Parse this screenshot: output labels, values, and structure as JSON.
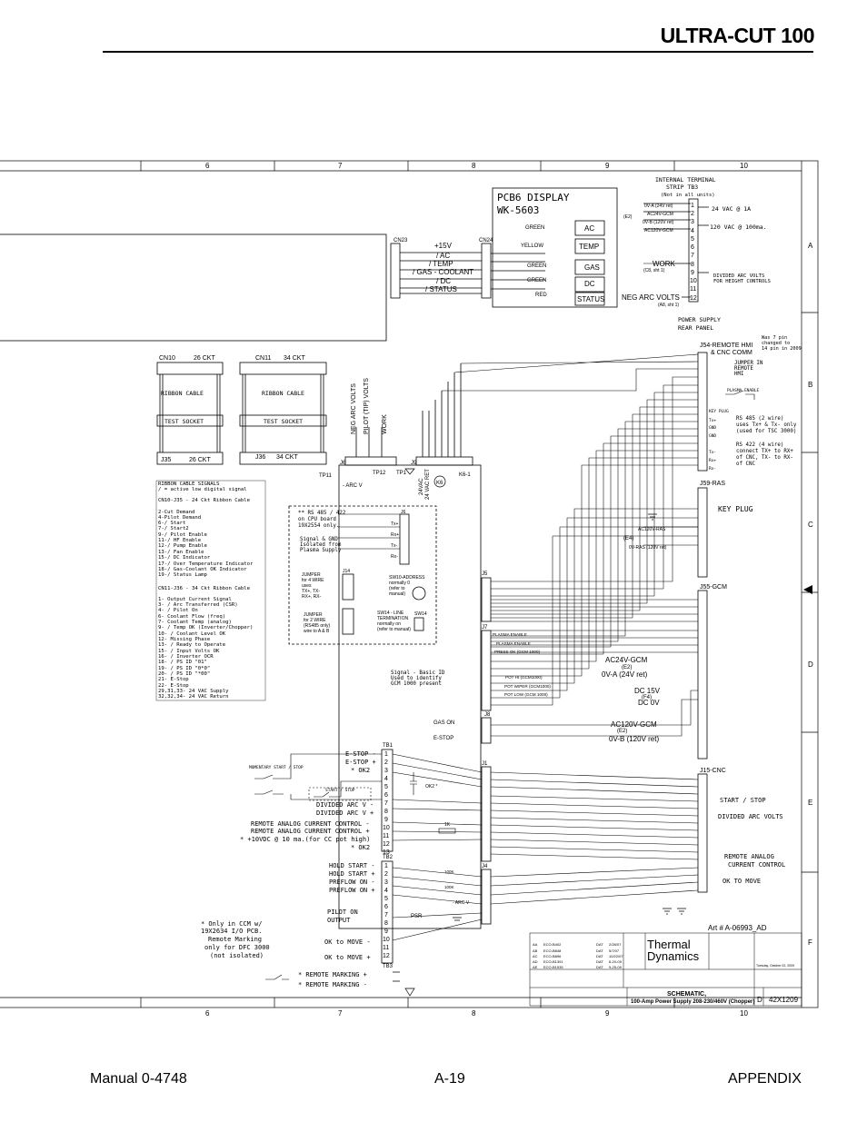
{
  "header": {
    "title": "ULTRA-CUT 100"
  },
  "footer": {
    "left": "Manual 0-4748",
    "center": "A-19",
    "right": "APPENDIX"
  },
  "grid": {
    "columns": [
      "6",
      "7",
      "8",
      "9",
      "10"
    ],
    "rows": [
      "A",
      "B",
      "C",
      "D",
      "E",
      "F"
    ]
  },
  "pcb6": {
    "title": "PCB6  DISPLAY",
    "part": "WK-5603",
    "leds": [
      "GREEN",
      "YELLOW",
      "GREEN",
      "GREEN",
      "RED"
    ],
    "buttons": [
      "AC",
      "TEMP",
      "GAS",
      "DC",
      "STATUS"
    ]
  },
  "connectors": {
    "cn23": "CN23",
    "cn24": "CN24",
    "cn23_signals": [
      "+15V",
      "/ AC",
      "/ TEMP",
      "/ GAS - COOLANT",
      "/ DC",
      "/ STATUS"
    ],
    "cn10": "CN10",
    "cn10_ckt": "26 CKT",
    "cn11": "CN11",
    "cn11_ckt": "34 CKT",
    "ribbon": "RIBBON   CABLE",
    "test_socket": "TEST SOCKET",
    "j35": "J35",
    "j35_ckt": "26 CKT",
    "j36": "J36",
    "j36_ckt": "34 CKT",
    "j6": "J6",
    "j9": "J9",
    "j14": "J14",
    "j5": "J5",
    "j7": "J7",
    "j8": "J8",
    "j1": "J1",
    "j4": "J4"
  },
  "tb3": {
    "title": "INTERNAL TERMINAL",
    "subtitle": "STRIP   TB3",
    "note": "(Not in all units)",
    "e2": "(E2)",
    "rows": [
      "0V-A (24V ret)",
      "AC24V-GCM",
      "0V-B (120V ret)",
      "AC120V-GCM"
    ],
    "vac24": "24 VAC @ 1A",
    "vac120": "120 VAC @ 100ma.",
    "work": "WORK",
    "work_ref": "(C8, sht 1)",
    "neg_arc": "NEG ARC VOLTS",
    "neg_arc_ref": "(A8, sht 1)",
    "divided": "DIVIDED ARC VOLTS",
    "divided2": "FOR HEIGHT CONTROLS",
    "numbers": [
      "1",
      "2",
      "3",
      "4",
      "5",
      "6",
      "7",
      "8",
      "9",
      "10",
      "11",
      "12"
    ]
  },
  "rear_panel": {
    "line1": "POWER SUPPLY",
    "line2": "REAR PANEL"
  },
  "j54": {
    "title": "J54-REMOTE HMI",
    "sub": "& CNC COMM",
    "note1": "Was 7 pin",
    "note2": "changed to",
    "note3": "14 pin in 2009",
    "jumper": "JUMPER IN",
    "jumper2": "REMOTE",
    "jumper3": "HMI",
    "plasma_enable": "PLASMA ENABLE",
    "key_plug": "KEY PLUG",
    "rs485": "RS 485 (2 wire)",
    "rs485b": "uses Tx+ & Tx- only",
    "rs485c": "(used for TSC 3000)",
    "rs422": "RS 422 (4 wire)",
    "rs422b": "connect TX+ to RX+",
    "rs422c": "of CNC, TX- to RX-",
    "rs422d": "of CNC",
    "pins": [
      "Tx+",
      "GND",
      "GND",
      "Tx-",
      "Rx+",
      "Rx-"
    ]
  },
  "j59": {
    "title": "J59-RAS",
    "key_plug": "KEY PLUG",
    "e4": "(E4)",
    "ac120": "AC120V-RAS",
    "ovras": "0V-RAS (120V ret)"
  },
  "j55": {
    "title": "J55-GCM",
    "ac24": "AC24V-GCM",
    "e2": "(E2)",
    "ova": "0V-A (24V ret)",
    "dc15": "DC 15V",
    "f4": "(F4)",
    "dc0": "DC 0V",
    "ac120": "AC120V-GCM",
    "e2b": "(E2)",
    "ovb": "0V-B (120V ret)"
  },
  "j7_signals": [
    "PLASMA ENABLE",
    "PLASMA ENABLE",
    "PRESS OK (GCM 1000)",
    "POT HI (GCM1000)",
    "POT WIPER (GCM1000)",
    "POT LOW (GCM 1000)"
  ],
  "signal_basic": [
    "Signal - Basic ID",
    "Used to identify",
    "GCM 1000 present"
  ],
  "j15": {
    "title": "J15-CNC",
    "start_stop": "START / STOP",
    "divided": "DIVIDED ARC VOLTS",
    "remote_analog": "REMOTE ANALOG",
    "remote_analog2": "CURRENT CONTROL",
    "ok_move": "OK TO MOVE"
  },
  "tb1": {
    "title": "TB1",
    "labels": [
      "E-STOP -",
      "E-STOP +",
      "* OK2",
      "",
      "",
      "",
      "DIVIDED ARC V -",
      "DIVIDED ARC V +",
      "",
      "REMOTE ANALOG CURRENT CONTROL -",
      "REMOTE ANALOG CURRENT CONTROL +",
      "* +10VDC @ 10 ma.(for CC pot high)",
      "* OK2"
    ],
    "momentary": "MOMENTARY  START / STOP",
    "start_stop": "START / STOP",
    "ok2": "OK2 *"
  },
  "tb2": {
    "title": "TB2",
    "labels": [
      "HOLD START -",
      "HOLD START +",
      "PREFLOW ON -",
      "PREFLOW ON +",
      "",
      "PILOT ON",
      "OUTPUT",
      "",
      "OK to MOVE -",
      "",
      "OK to MOVE +"
    ],
    "psr": "PSR"
  },
  "tb3b": {
    "title": "TB3",
    "remote_marking_minus": "* REMOTE MARKING  +",
    "remote_marking_plus": "* REMOTE MARKING  -"
  },
  "ccm_note": [
    "*  Only in CCM w/",
    "19X2634 I/O PCB.",
    "Remote Marking",
    "only for DFC 3000",
    "(not isolated)"
  ],
  "ribbon_signals": {
    "title": "RIBBON CABLE SIGNALS",
    "legend": " /  =  active low digital signal",
    "cn10_head": "CN10-J35 - 24 Ckt Ribbon Cable",
    "cn10": [
      "2-Cut Demand",
      "4-Pilot Demand",
      "6-/ Start",
      "7-/ Start2",
      "9-/ Pilot Enable",
      "11-/ HF Enable",
      "12-/ Pump Enable",
      "13-/ Fan Enable",
      "15-/ DC Indicator",
      "17-/ Over Temperature Indicator",
      "18-/ Gas-Coolant OK Indicator",
      "19-/ Status Lamp"
    ],
    "cn11_head": "CN11-J36 - 34 Ckt Ribbon Cable",
    "cn11": [
      "1-  Output Current Signal",
      "3-  / Arc Transferred  (CSR)",
      "4-  / Pilot On",
      "6-  Coolant Flow (freq)",
      "7-  Coolant Temp (analog)",
      "9-  / Temp OK (Inverter/Chopper)",
      "10- / Coolant Level OK",
      "12- Missing Phase",
      "13- / Ready to Operate",
      "15- / Input Volts OK",
      "16- / Inverter OCR",
      "18- / PS ID \"01\"",
      "19- / PS ID \"0*0\"",
      "20- / PS ID \"*00\"",
      "21- E-Stop",
      "22- E-Stop",
      "29,31,33- 24 VAC Supply",
      "32,32,34- 24 VAC Return"
    ]
  },
  "rs485_box": {
    "head": [
      "** RS 485 / 422",
      "on CPU board",
      "19X2554  only."
    ],
    "iso": [
      "Signal & GND",
      "Isolated from",
      "Plasma Supply"
    ],
    "pins": [
      "Tx+",
      "Rx+",
      "Tx-",
      "Rx-"
    ],
    "jumper4": [
      "JUMPER",
      "for 4 WIRE",
      "uses",
      "TX+, TX-",
      "RX+, RX-"
    ],
    "jumper2": [
      "JUMPER",
      "for 2 WIRE",
      "(RS485 only)",
      "wire to A & B"
    ],
    "sw10": [
      "SW10-ADDRESS",
      "normally 0",
      "(refer to",
      "manual)"
    ],
    "sw14": [
      "SW14 - LINE",
      "TERMINATION",
      "normally on",
      "(refer to  manual)"
    ],
    "sw14_label": "SW14"
  },
  "rotated_labels": [
    "NEG ARC VOLTS",
    "PILOT (TIP) VOLTS",
    "WORK",
    "24VAC",
    "24 VAC RET"
  ],
  "tp": [
    "TP11",
    "TP12",
    "TP1",
    "- ARC V",
    "K6",
    "K6-1"
  ],
  "misc": {
    "gas_on": "GAS ON",
    "e_stop": "E-STOP",
    "one_k": "1K",
    "arc_v": "- ARC V",
    "hundred_k": "100K"
  },
  "title_block": {
    "art": "Art # A-06993_AD",
    "company1": "Thermal",
    "company2": "Dynamics",
    "schematic": "SCHEMATIC,",
    "desc": "100-Amp Power Supply 208-230/460V (Chopper)",
    "size": "D",
    "dwg": "42X1209",
    "revs": [
      [
        "AA",
        "ECO-B402",
        "DAT",
        "2/28/07"
      ],
      [
        "AB",
        "ECO-B848",
        "DAT",
        "5/7/07"
      ],
      [
        "AC",
        "ECO-B896",
        "DAT",
        "10/22/07"
      ],
      [
        "AD",
        "ECO-B1391",
        "DAT",
        "6-20-09"
      ],
      [
        "AE",
        "ECO-B1535",
        "DAT",
        "9-25-09"
      ]
    ],
    "date": "Tuesday, October 02, 2009"
  }
}
